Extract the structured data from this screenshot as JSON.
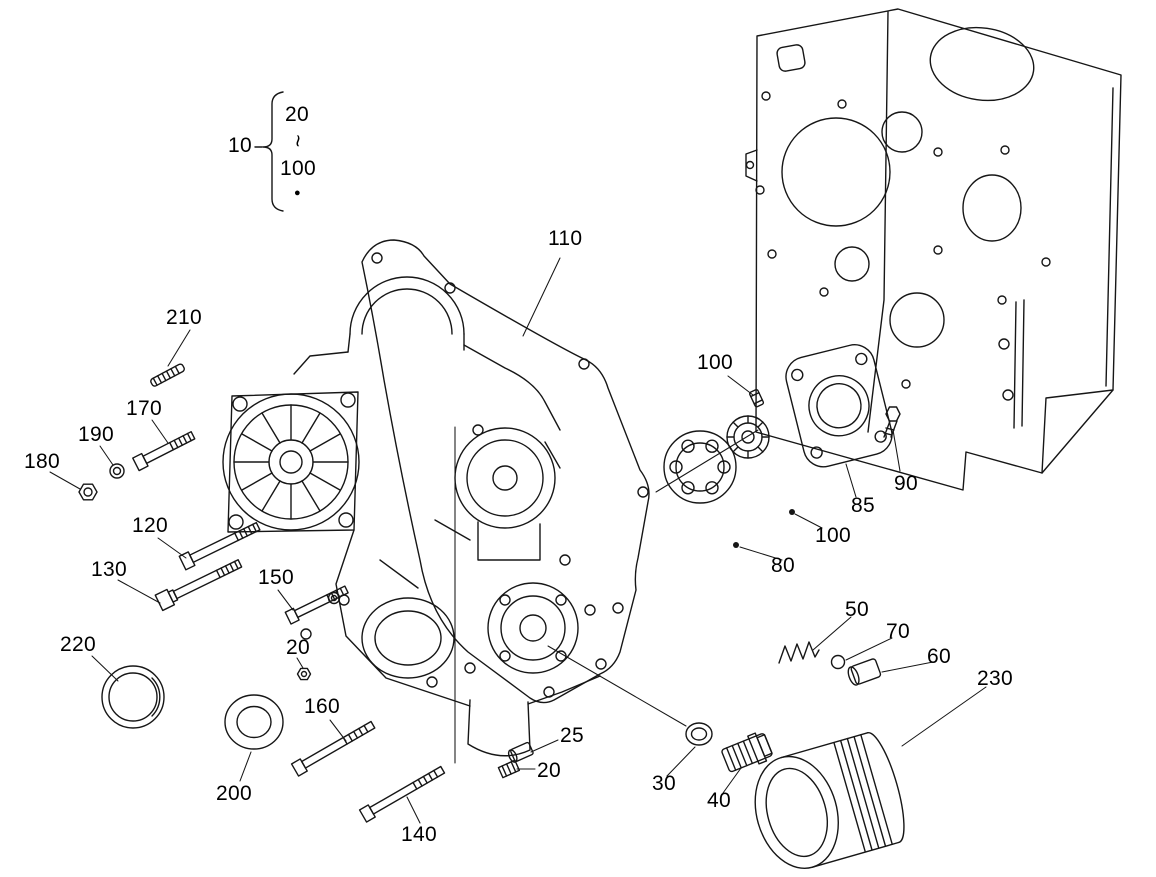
{
  "figure": {
    "type": "exploded-parts-diagram",
    "background_color": "#ffffff",
    "line_color": "#161616"
  },
  "callouts": [
    {
      "id": "10",
      "text": "10"
    },
    {
      "id": "20-group",
      "text": "20"
    },
    {
      "id": "range-tilde",
      "text": "~"
    },
    {
      "id": "100-group",
      "text": "100"
    },
    {
      "id": "group-dot",
      "text": "●"
    },
    {
      "id": "110",
      "text": "110"
    },
    {
      "id": "210",
      "text": "210"
    },
    {
      "id": "170",
      "text": "170"
    },
    {
      "id": "190",
      "text": "190"
    },
    {
      "id": "180",
      "text": "180"
    },
    {
      "id": "120",
      "text": "120"
    },
    {
      "id": "130",
      "text": "130"
    },
    {
      "id": "150",
      "text": "150"
    },
    {
      "id": "220",
      "text": "220"
    },
    {
      "id": "20-left",
      "text": "20"
    },
    {
      "id": "160",
      "text": "160"
    },
    {
      "id": "200",
      "text": "200"
    },
    {
      "id": "140",
      "text": "140"
    },
    {
      "id": "25",
      "text": "25"
    },
    {
      "id": "20-bottom",
      "text": "20"
    },
    {
      "id": "100-top",
      "text": "100"
    },
    {
      "id": "90",
      "text": "90"
    },
    {
      "id": "85",
      "text": "85"
    },
    {
      "id": "100-right",
      "text": "100"
    },
    {
      "id": "80",
      "text": "80"
    },
    {
      "id": "50",
      "text": "50"
    },
    {
      "id": "70",
      "text": "70"
    },
    {
      "id": "60",
      "text": "60"
    },
    {
      "id": "230",
      "text": "230"
    },
    {
      "id": "30",
      "text": "30"
    },
    {
      "id": "40",
      "text": "40"
    }
  ]
}
